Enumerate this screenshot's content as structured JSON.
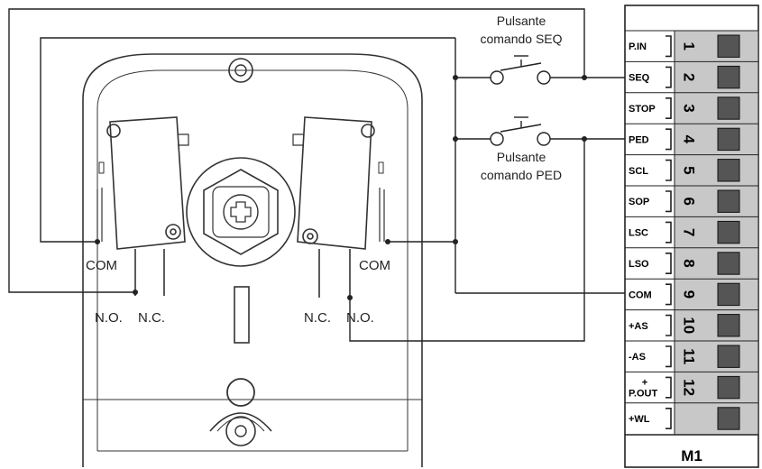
{
  "buttons": {
    "seq_line1": "Pulsante",
    "seq_line2": "comando SEQ",
    "ped_line1": "Pulsante",
    "ped_line2": "comando PED"
  },
  "switch_left": {
    "com": "COM",
    "no": "N.O.",
    "nc": "N.C."
  },
  "switch_right": {
    "com": "COM",
    "nc": "N.C.",
    "no": "N.O."
  },
  "terminal": {
    "name": "M1",
    "pins": [
      {
        "label": "P.IN",
        "num": "1"
      },
      {
        "label": "SEQ",
        "num": "2"
      },
      {
        "label": "STOP",
        "num": "3"
      },
      {
        "label": "PED",
        "num": "4"
      },
      {
        "label": "SCL",
        "num": "5"
      },
      {
        "label": "SOP",
        "num": "6"
      },
      {
        "label": "LSC",
        "num": "7"
      },
      {
        "label": "LSO",
        "num": "8"
      },
      {
        "label": "COM",
        "num": "9"
      },
      {
        "label": "+AS",
        "num": "10"
      },
      {
        "label": "-AS",
        "num": "11"
      },
      {
        "label": "P.OUT",
        "num": "12"
      },
      {
        "label": "+WL",
        "num": ""
      }
    ],
    "pout_symbol": "+"
  }
}
